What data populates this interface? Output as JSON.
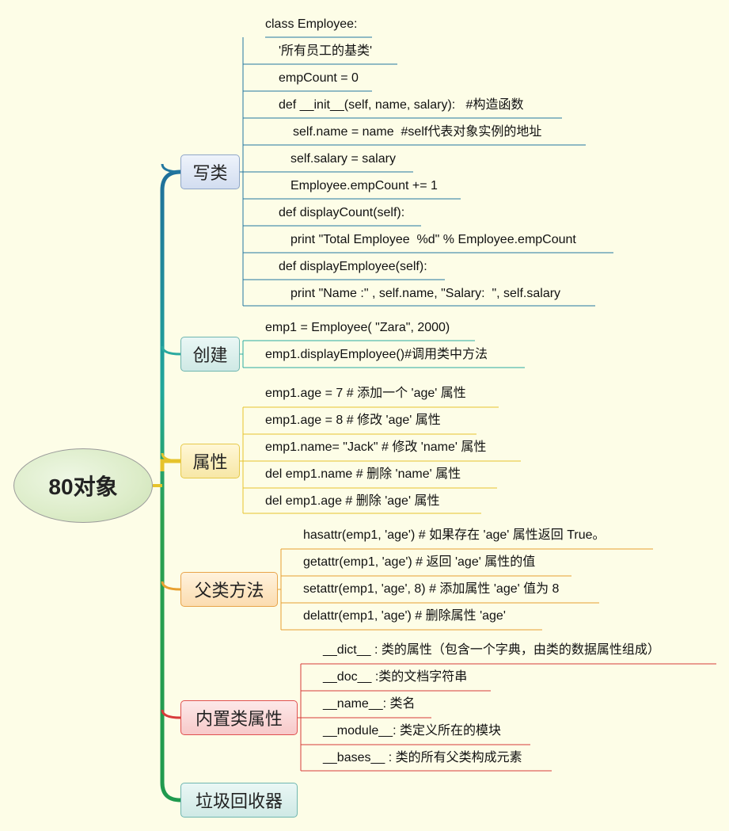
{
  "root": {
    "label": "80对象"
  },
  "branches": [
    {
      "id": "class",
      "label": "写类",
      "color": "#2277a0",
      "leaves": [
        "class Employee:",
        "'所有员工的基类'",
        "empCount = 0",
        "def __init__(self, name, salary):   #构造函数",
        "self.name = name  #self代表对象实例的地址",
        "self.salary = salary",
        "Employee.empCount += 1",
        "def displayCount(self):",
        "print \"Total Employee  %d\" % Employee.empCount",
        "def displayEmployee(self):",
        "print \"Name :\" , self.name, \"Salary:  \", self.salary"
      ]
    },
    {
      "id": "create",
      "label": "创建",
      "color": "#2aaaa0",
      "leaves": [
        "emp1 = Employee( \"Zara\", 2000)",
        "emp1.displayEmployee()#调用类中方法"
      ]
    },
    {
      "id": "attr",
      "label": "属性",
      "color": "#e6c32c",
      "leaves": [
        "emp1.age = 7 # 添加一个 'age' 属性",
        "emp1.age = 8 # 修改 'age' 属性",
        "emp1.name= \"Jack\" # 修改 'name' 属性",
        "del emp1.name # 删除 'name' 属性",
        "del emp1.age # 删除 'age' 属性"
      ]
    },
    {
      "id": "parent",
      "label": "父类方法",
      "color": "#e8a030",
      "leaves": [
        "hasattr(emp1, 'age') # 如果存在 'age' 属性返回 True。",
        "getattr(emp1, 'age') # 返回 'age' 属性的值",
        "setattr(emp1, 'age', 8) # 添加属性 'age' 值为 8",
        "delattr(emp1, 'age') # 删除属性 'age'"
      ]
    },
    {
      "id": "builtin",
      "label": "内置类属性",
      "color": "#d83a3a",
      "leaves": [
        "__dict__ : 类的属性（包含一个字典，由类的数据属性组成）",
        "__doc__ :类的文档字符串",
        "__name__: 类名",
        "__module__: 类定义所在的模块",
        "__bases__ : 类的所有父类构成元素"
      ]
    },
    {
      "id": "gc",
      "label": "垃圾回收器",
      "color": "#2a9a6a",
      "leaves": []
    }
  ]
}
